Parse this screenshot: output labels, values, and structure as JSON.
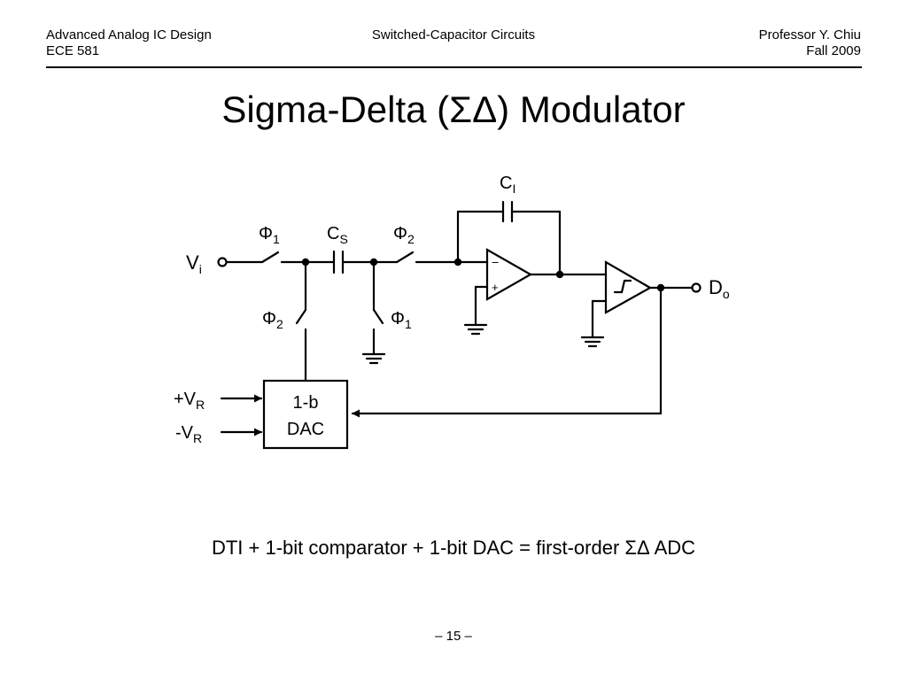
{
  "header": {
    "course": "Advanced Analog IC Design",
    "course_code": "ECE 581",
    "topic": "Switched-Capacitor Circuits",
    "instructor": "Professor Y. Chiu",
    "term": "Fall 2009"
  },
  "slide": {
    "title": "Sigma-Delta (ΣΔ) Modulator",
    "caption": "DTI + 1-bit comparator + 1-bit DAC = first-order ΣΔ ADC",
    "page_number": "– 15 –"
  },
  "circuit": {
    "input": {
      "main": "V",
      "sub": "i"
    },
    "output": {
      "main": "D",
      "sub": "o"
    },
    "switch_input": {
      "main": "Φ",
      "sub": "1"
    },
    "switch_output": {
      "main": "Φ",
      "sub": "2"
    },
    "switch_shunt_left": {
      "main": "Φ",
      "sub": "2"
    },
    "switch_shunt_right": {
      "main": "Φ",
      "sub": "1"
    },
    "sampling_cap": {
      "main": "C",
      "sub": "S"
    },
    "integrating_cap": {
      "main": "C",
      "sub": "I"
    },
    "opamp_minus": "−",
    "opamp_plus": "+",
    "dac": {
      "line1": "1-b",
      "line2": "DAC"
    },
    "ref_plus": {
      "main": "+V",
      "sub": "R"
    },
    "ref_minus": {
      "main": "-V",
      "sub": "R"
    }
  }
}
